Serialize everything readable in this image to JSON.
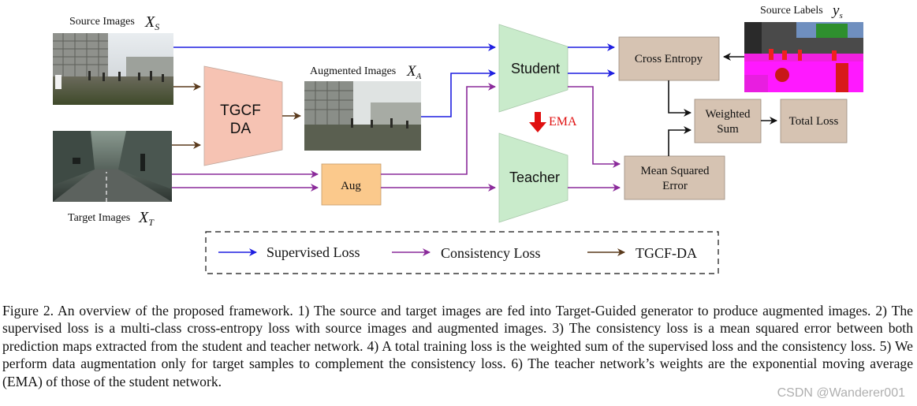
{
  "labels": {
    "source_images": "Source Images",
    "source_images_sym": "X",
    "source_images_sub": "S",
    "target_images": "Target Images",
    "target_images_sym": "X",
    "target_images_sub": "T",
    "augmented_images": "Augmented Images",
    "augmented_images_sym": "X",
    "augmented_images_sub": "A",
    "source_labels": "Source Labels",
    "source_labels_sym": "y",
    "source_labels_sub": "s"
  },
  "blocks": {
    "tgcf_line1": "TGCF",
    "tgcf_line2": "DA",
    "student": "Student",
    "teacher": "Teacher",
    "ema": "EMA",
    "aug": "Aug",
    "cross_entropy": "Cross Entropy",
    "mse_line1": "Mean Squared",
    "mse_line2": "Error",
    "weighted_line1": "Weighted",
    "weighted_line2": "Sum",
    "total_loss": "Total Loss"
  },
  "legend": {
    "supervised": "Supervised Loss",
    "consistency": "Consistency Loss",
    "tgcf": "TGCF-DA"
  },
  "colors": {
    "supervised": "#1f1fe0",
    "consistency": "#8a2a9a",
    "tgcf": "#5a3a1c",
    "ema_arrow": "#e01010",
    "tgcf_block": "#f6c3b3",
    "student_block": "#c9ebcb",
    "aug_block": "#fbc98c",
    "loss_block": "#d6c3b2"
  },
  "caption": "Figure 2. An overview of the proposed framework.  1) The source and target images are fed into Target-Guided generator to produce augmented images. 2) The supervised loss is a multi-class cross-entropy loss with source images and augmented images. 3) The consistency loss is a mean squared error between both prediction maps extracted from the student and teacher network.  4) A total training loss is the weighted sum of the supervised loss and the consistency loss. 5) We perform data augmentation only for target samples to complement the consistency loss. 6) The teacher network’s weights are the exponential moving average (EMA) of those of the student network.",
  "watermark": "CSDN @Wanderer001"
}
